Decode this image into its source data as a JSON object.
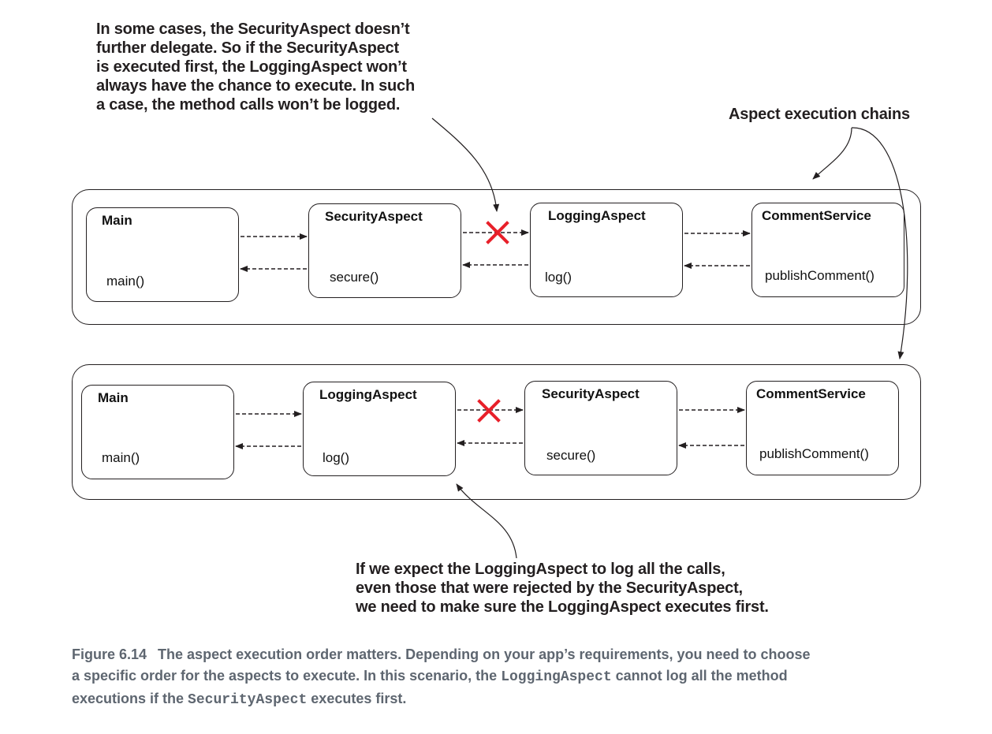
{
  "annotations": {
    "top_left": [
      "In some cases, the SecurityAspect doesn’t",
      "further delegate. So if the SecurityAspect",
      "is executed first, the LoggingAspect won’t",
      "always have the chance to execute. In such",
      "a case, the method calls won’t be logged."
    ],
    "top_right": [
      "Aspect execution chains"
    ],
    "bottom": [
      "If we expect the LoggingAspect to log all the calls,",
      "even those that were rejected by the SecurityAspect,",
      "we need to make sure the LoggingAspect executes first."
    ]
  },
  "chains": [
    {
      "boxes": [
        {
          "title": "Main",
          "method": "main()"
        },
        {
          "title": "SecurityAspect",
          "method": "secure()"
        },
        {
          "title": "LoggingAspect",
          "method": "log()"
        },
        {
          "title": "CommentService",
          "method": "publishComment()"
        }
      ],
      "blocked_link": "SecurityAspect → LoggingAspect"
    },
    {
      "boxes": [
        {
          "title": "Main",
          "method": "main()"
        },
        {
          "title": "LoggingAspect",
          "method": "log()"
        },
        {
          "title": "SecurityAspect",
          "method": "secure()"
        },
        {
          "title": "CommentService",
          "method": "publishComment()"
        }
      ],
      "blocked_link": "LoggingAspect → SecurityAspect"
    }
  ],
  "caption": {
    "label": "Figure 6.14",
    "line1": "The aspect execution order matters. Depending on your app’s requirements, you need to choose",
    "line2_a": "a specific order for the aspects to execute. In this scenario, the",
    "line2_code": "LoggingAspect",
    "line2_b": "cannot log all the method",
    "line3_a": "executions if the",
    "line3_code": "SecurityAspect",
    "line3_b": "executes first."
  },
  "colors": {
    "stroke": "#231f20",
    "blocked_mark": "#e8202a",
    "caption": "#5e6670"
  }
}
